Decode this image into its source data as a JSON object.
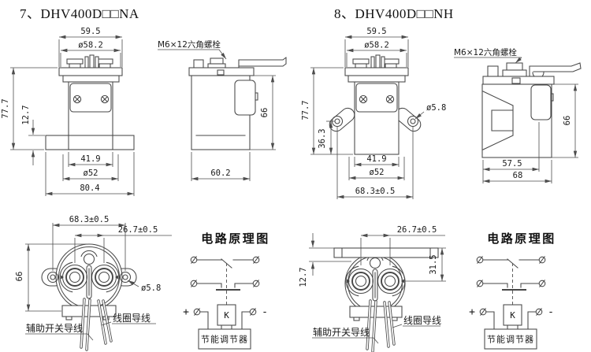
{
  "sections": {
    "na": {
      "title": "7、DHV400D□□NA",
      "front": {
        "w_top": "59.5",
        "dia_top": "ø58.2",
        "h_total": "77.7",
        "h_flange": "12.7",
        "w_inner": "41.9",
        "dia_body": "ø52",
        "w_flange": "80.4"
      },
      "side": {
        "bolt_label": "M6×12六角螺栓",
        "h_body": "66",
        "w_body": "60.2"
      },
      "bottom": {
        "w_ears": "68.3±0.5",
        "pitch": "26.7±0.5",
        "h_body": "66",
        "dia_hole": "ø5.8",
        "aux_label": "辅助开关导线",
        "coil_label": "线圈导线"
      },
      "circuit": {
        "title": "电路原理图",
        "coil": "K",
        "box": "节能调节器",
        "plus": "+",
        "minus": "-"
      }
    },
    "nh": {
      "title": "8、DHV400D□□NH",
      "front": {
        "w_top": "59.5",
        "dia_top": "ø58.2",
        "h_total": "77.7",
        "h_ear": "36.3",
        "w_inner": "41.9",
        "dia_body": "ø52",
        "w_ears": "68.3±0.5",
        "dia_hole": "ø5.8"
      },
      "side": {
        "bolt_label": "M6×12六角螺栓",
        "h_body": "66",
        "w_inner": "57.5",
        "w_body": "68"
      },
      "bottom": {
        "pitch": "26.7±0.5",
        "h_bracket": "31.5",
        "h_step": "12.7",
        "aux_label": "辅助开关导线",
        "coil_label": "线圈导线"
      },
      "circuit": {
        "title": "电路原理图",
        "coil": "K",
        "box": "节能调节器",
        "plus": "+",
        "minus": "-"
      }
    }
  }
}
